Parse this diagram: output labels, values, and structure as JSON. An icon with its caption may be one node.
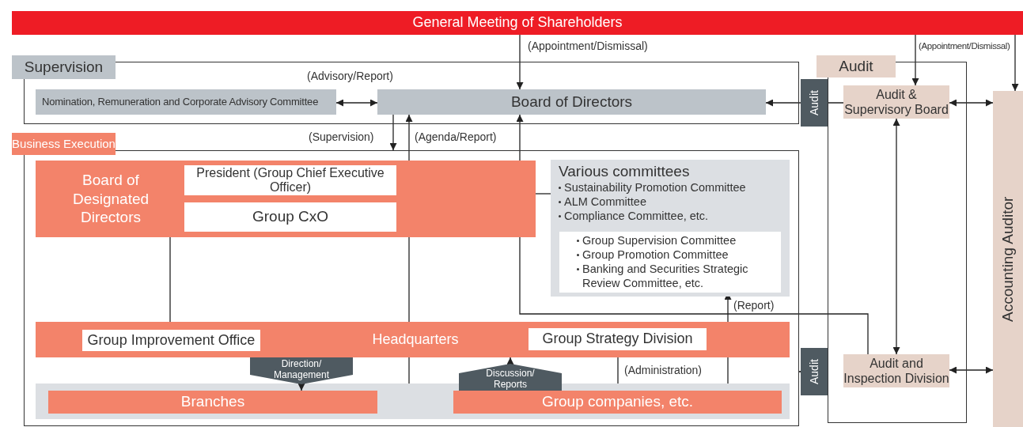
{
  "diagram": {
    "nodes": [
      {
        "text": [
          "General Meeting of Shareholders"
        ]
      },
      {
        "text": [
          "Supervision"
        ]
      },
      {
        "text": [
          "Nomination, Remuneration and Corporate Advisory Committee"
        ],
        "in": 1
      },
      {
        "text": [
          "Board of Directors"
        ],
        "in": 1
      },
      {
        "text": [
          "Business Execution"
        ]
      },
      {
        "text": [
          "Board of Designated Directors"
        ],
        "in": 4
      },
      {
        "text": [
          "President (Group Chief Executive Officer)"
        ],
        "in": 5
      },
      {
        "text": [
          "Group CxO"
        ],
        "in": 5
      },
      {
        "text": [
          "Various committees",
          "Sustainability Promotion Committee",
          "ALM Committee",
          "Compliance Committee, etc."
        ],
        "in": 4
      },
      {
        "text": [
          "Group Supervision Committee",
          "Group Promotion Committee",
          "Banking and Securities Strategic Review Committee, etc."
        ],
        "in": 8
      },
      {
        "text": [
          "Headquarters"
        ],
        "in": 4
      },
      {
        "text": [
          "Group Improvement Office"
        ],
        "in": 10
      },
      {
        "text": [
          "Group Strategy Division"
        ],
        "in": 10
      },
      {
        "text": [],
        "shape": "box",
        "in": 4
      },
      {
        "text": [
          "Branches"
        ],
        "in": 13
      },
      {
        "text": [
          "Group companies, etc."
        ],
        "in": 13
      },
      {
        "text": [
          "Audit"
        ]
      },
      {
        "text": [
          "Audit & Supervisory Board"
        ],
        "in": 16
      },
      {
        "text": [
          "Audit and Inspection Division"
        ],
        "in": 16
      },
      {
        "text": [
          "Accounting Auditor"
        ]
      }
    ],
    "edges": [
      {
        "from": 0,
        "to": 3,
        "arrow": "to",
        "label": "(Appointment/Dismissal)"
      },
      {
        "from": 0,
        "to": 17,
        "arrow": "to",
        "label": "(Appointment/Dismissal)"
      },
      {
        "from": 0,
        "to": 19,
        "arrow": "to"
      },
      {
        "from": 2,
        "to": 3,
        "arrow": "both",
        "label": "(Advisory/Report)"
      },
      {
        "from": 3,
        "to": 4,
        "arrow": "to",
        "label": "(Supervision)"
      },
      {
        "from": 13,
        "to": 3,
        "arrow": "to",
        "label": "(Agenda/Report)"
      },
      {
        "from": 17,
        "to": 3,
        "arrow": "to",
        "label": "Audit"
      },
      {
        "from": 17,
        "to": 19,
        "arrow": "both"
      },
      {
        "from": 17,
        "to": 18,
        "arrow": "both"
      },
      {
        "from": 18,
        "to": 19,
        "arrow": "both"
      },
      {
        "from": 16,
        "to": 4,
        "arrow": "to",
        "label": "Audit"
      },
      {
        "from": 6,
        "to": 11,
        "arrow": "none"
      },
      {
        "from": 5,
        "to": 8,
        "arrow": "none"
      },
      {
        "from": 18,
        "to": 3,
        "arrow": "to"
      },
      {
        "from": 15,
        "to": 9,
        "arrow": "to",
        "label": "(Report)"
      },
      {
        "from": 12,
        "to": 15,
        "arrow": "both",
        "label": "(Administration)"
      },
      {
        "from": 10,
        "to": 14,
        "arrow": "to",
        "label": "Direction/ Management"
      },
      {
        "from": 15,
        "to": 10,
        "arrow": "to",
        "label": "Discussion/ Reports"
      }
    ]
  }
}
